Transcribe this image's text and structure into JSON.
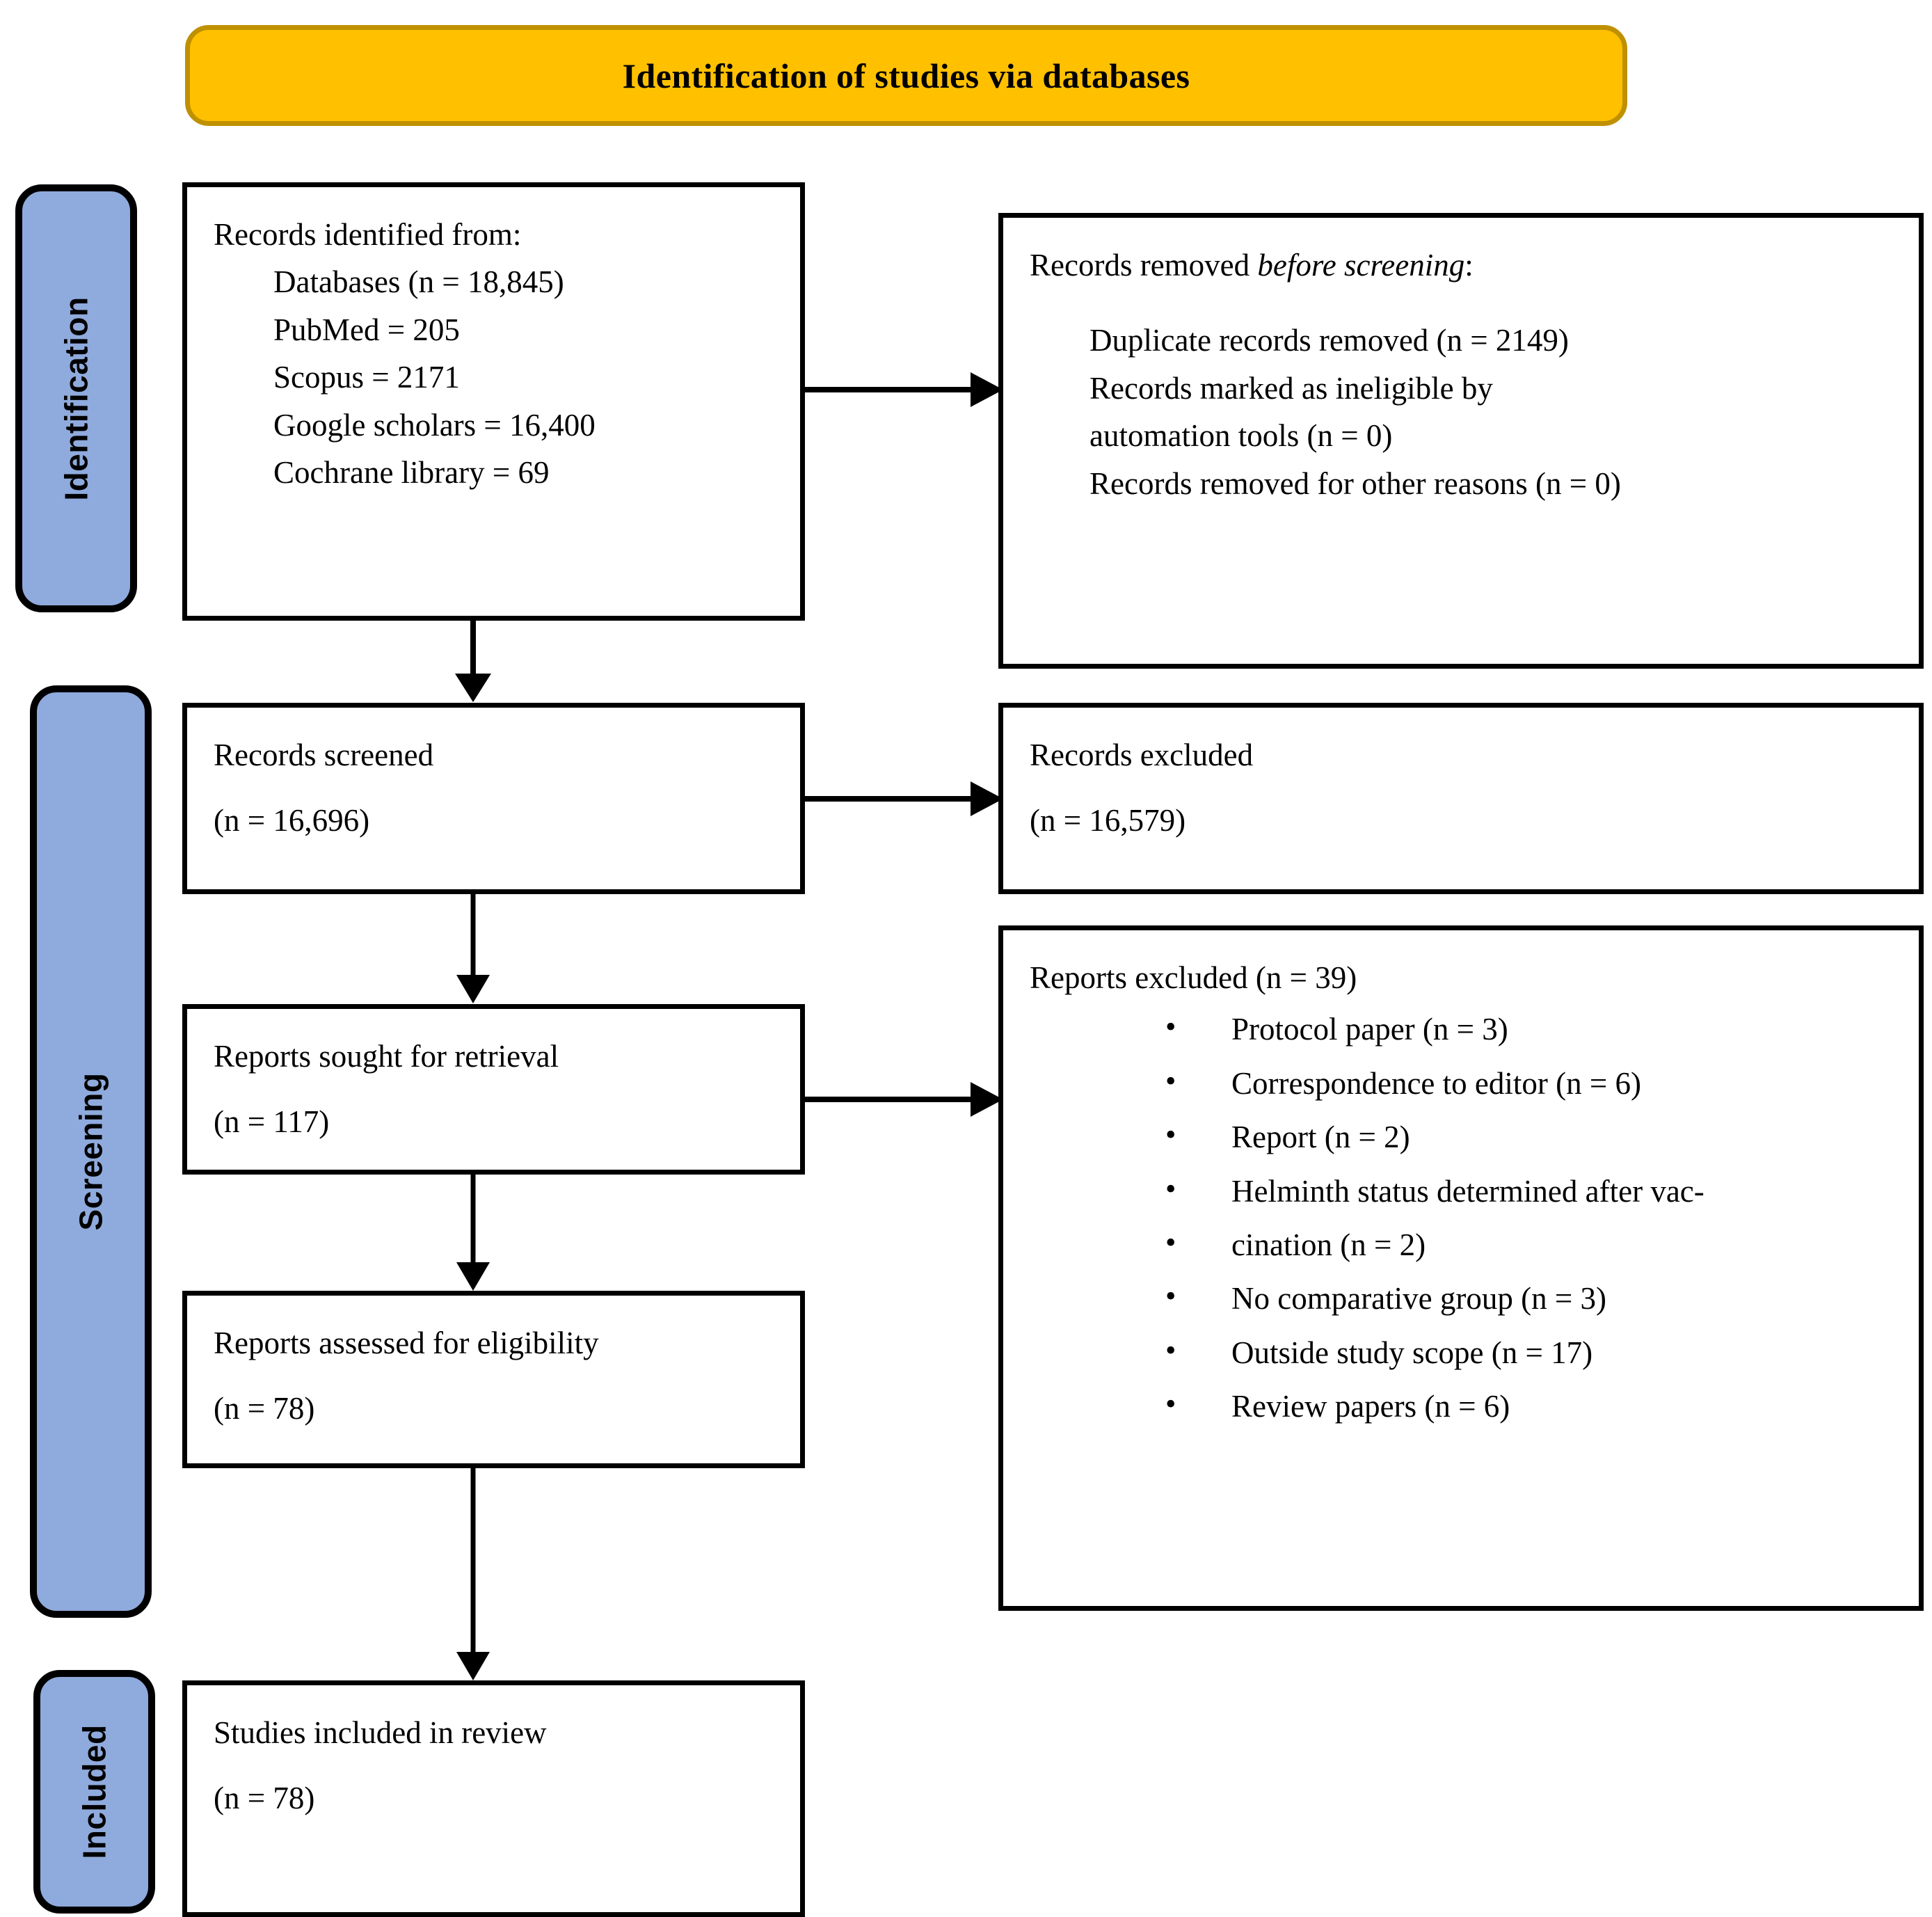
{
  "banner": {
    "title": "Identification of studies via databases",
    "bg_color": "#FFC000",
    "border_color": "#BF9000"
  },
  "stages": {
    "accent_color": "#8FAADC",
    "items": [
      {
        "id": "identification",
        "label": "Identification"
      },
      {
        "id": "screening",
        "label": "Screening"
      },
      {
        "id": "included",
        "label": "Included"
      }
    ]
  },
  "boxes": {
    "identified": {
      "heading": "Records identified from:",
      "lines": [
        "Databases (n = 18,845)",
        "PubMed = 205",
        "Scopus = 2171",
        "Google scholars = 16,400",
        "Cochrane library = 69"
      ]
    },
    "removed": {
      "heading_prefix": "Records removed ",
      "heading_italic": "before screening",
      "heading_suffix": ":",
      "lines": [
        "Duplicate records removed (n = 2149)",
        "Records marked as ineligible by",
        "automation tools (n = 0)",
        "Records removed for other reasons (n = 0)"
      ]
    },
    "screened": {
      "label": "Records screened",
      "count": "(n = 16,696)"
    },
    "excluded": {
      "label": "Records excluded",
      "count": " (n = 16,579)"
    },
    "sought": {
      "label": "Reports sought for retrieval",
      "count": "(n = 117)"
    },
    "reports_excluded": {
      "heading": "Reports excluded (n = 39)",
      "reasons": [
        "Protocol paper (n = 3)",
        "Correspondence to editor (n = 6)",
        "Report (n = 2)",
        "Helminth status determined after vac-",
        "cination (n = 2)",
        "No comparative group (n = 3)",
        "Outside study scope (n = 17)",
        "Review papers (n = 6)"
      ]
    },
    "assessed": {
      "label": "Reports assessed for eligibility",
      "count": "(n = 78)"
    },
    "included": {
      "label": "Studies included in review",
      "count": "(n = 78)"
    }
  },
  "connectors": [
    {
      "id": "identified-to-removed",
      "direction": "right"
    },
    {
      "id": "identified-to-screened",
      "direction": "down"
    },
    {
      "id": "screened-to-excluded",
      "direction": "right"
    },
    {
      "id": "screened-to-sought",
      "direction": "down"
    },
    {
      "id": "sought-to-reports-excluded",
      "direction": "right"
    },
    {
      "id": "sought-to-assessed",
      "direction": "down"
    },
    {
      "id": "assessed-to-included",
      "direction": "down"
    }
  ]
}
